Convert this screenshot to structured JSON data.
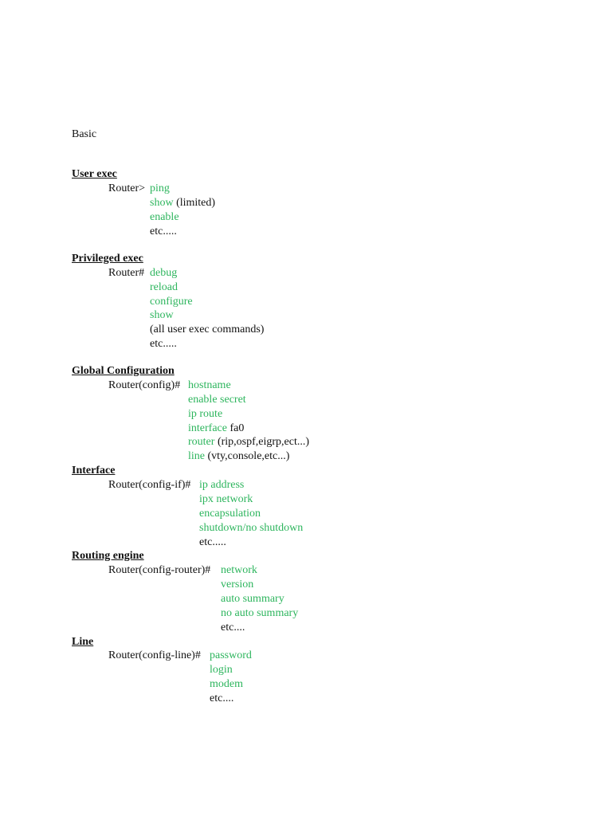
{
  "title": "Basic",
  "sections": [
    {
      "heading": "User exec",
      "prompt": "Router>",
      "commands": [
        {
          "cmd": "ping",
          "rest": ""
        },
        {
          "cmd": "show",
          "rest": " (limited)"
        },
        {
          "cmd": "enable",
          "rest": ""
        },
        {
          "cmd": "",
          "rest": "etc....."
        }
      ]
    },
    {
      "heading": "Privileged exec",
      "prompt": "Router#",
      "commands": [
        {
          "cmd": "debug",
          "rest": ""
        },
        {
          "cmd": "reload",
          "rest": ""
        },
        {
          "cmd": "configure",
          "rest": ""
        },
        {
          "cmd": "show",
          "rest": ""
        },
        {
          "cmd": "",
          "rest": "(all user exec commands)"
        },
        {
          "cmd": "",
          "rest": "etc....."
        }
      ]
    },
    {
      "heading": "Global Configuration",
      "prompt": "Router(config)#",
      "commands": [
        {
          "cmd": "hostname",
          "rest": ""
        },
        {
          "cmd": "enable secret",
          "rest": ""
        },
        {
          "cmd": "ip route",
          "rest": ""
        },
        {
          "cmd": "interface",
          "rest": " fa0"
        },
        {
          "cmd": "router",
          "rest": " (rip,ospf,eigrp,ect...)"
        },
        {
          "cmd": "line",
          "rest": " (vty,console,etc...)"
        }
      ]
    },
    {
      "heading": "Interface",
      "prompt": "Router(config-if)#",
      "commands": [
        {
          "cmd": "ip address",
          "rest": ""
        },
        {
          "cmd": "ipx network",
          "rest": ""
        },
        {
          "cmd": "encapsulation",
          "rest": ""
        },
        {
          "cmd": "shutdown/no shutdown",
          "rest": ""
        },
        {
          "cmd": "",
          "rest": "etc....."
        }
      ]
    },
    {
      "heading": "Routing engine",
      "prompt": "Router(config-router)#",
      "commands": [
        {
          "cmd": "network",
          "rest": ""
        },
        {
          "cmd": "version",
          "rest": ""
        },
        {
          "cmd": "auto summary",
          "rest": ""
        },
        {
          "cmd": "no auto summary",
          "rest": ""
        },
        {
          "cmd": "",
          "rest": "etc...."
        }
      ]
    },
    {
      "heading": "Line",
      "prompt": "Router(config-line)#",
      "commands": [
        {
          "cmd": "password",
          "rest": ""
        },
        {
          "cmd": "login",
          "rest": ""
        },
        {
          "cmd": "modem",
          "rest": ""
        },
        {
          "cmd": "",
          "rest": "etc...."
        }
      ]
    }
  ]
}
